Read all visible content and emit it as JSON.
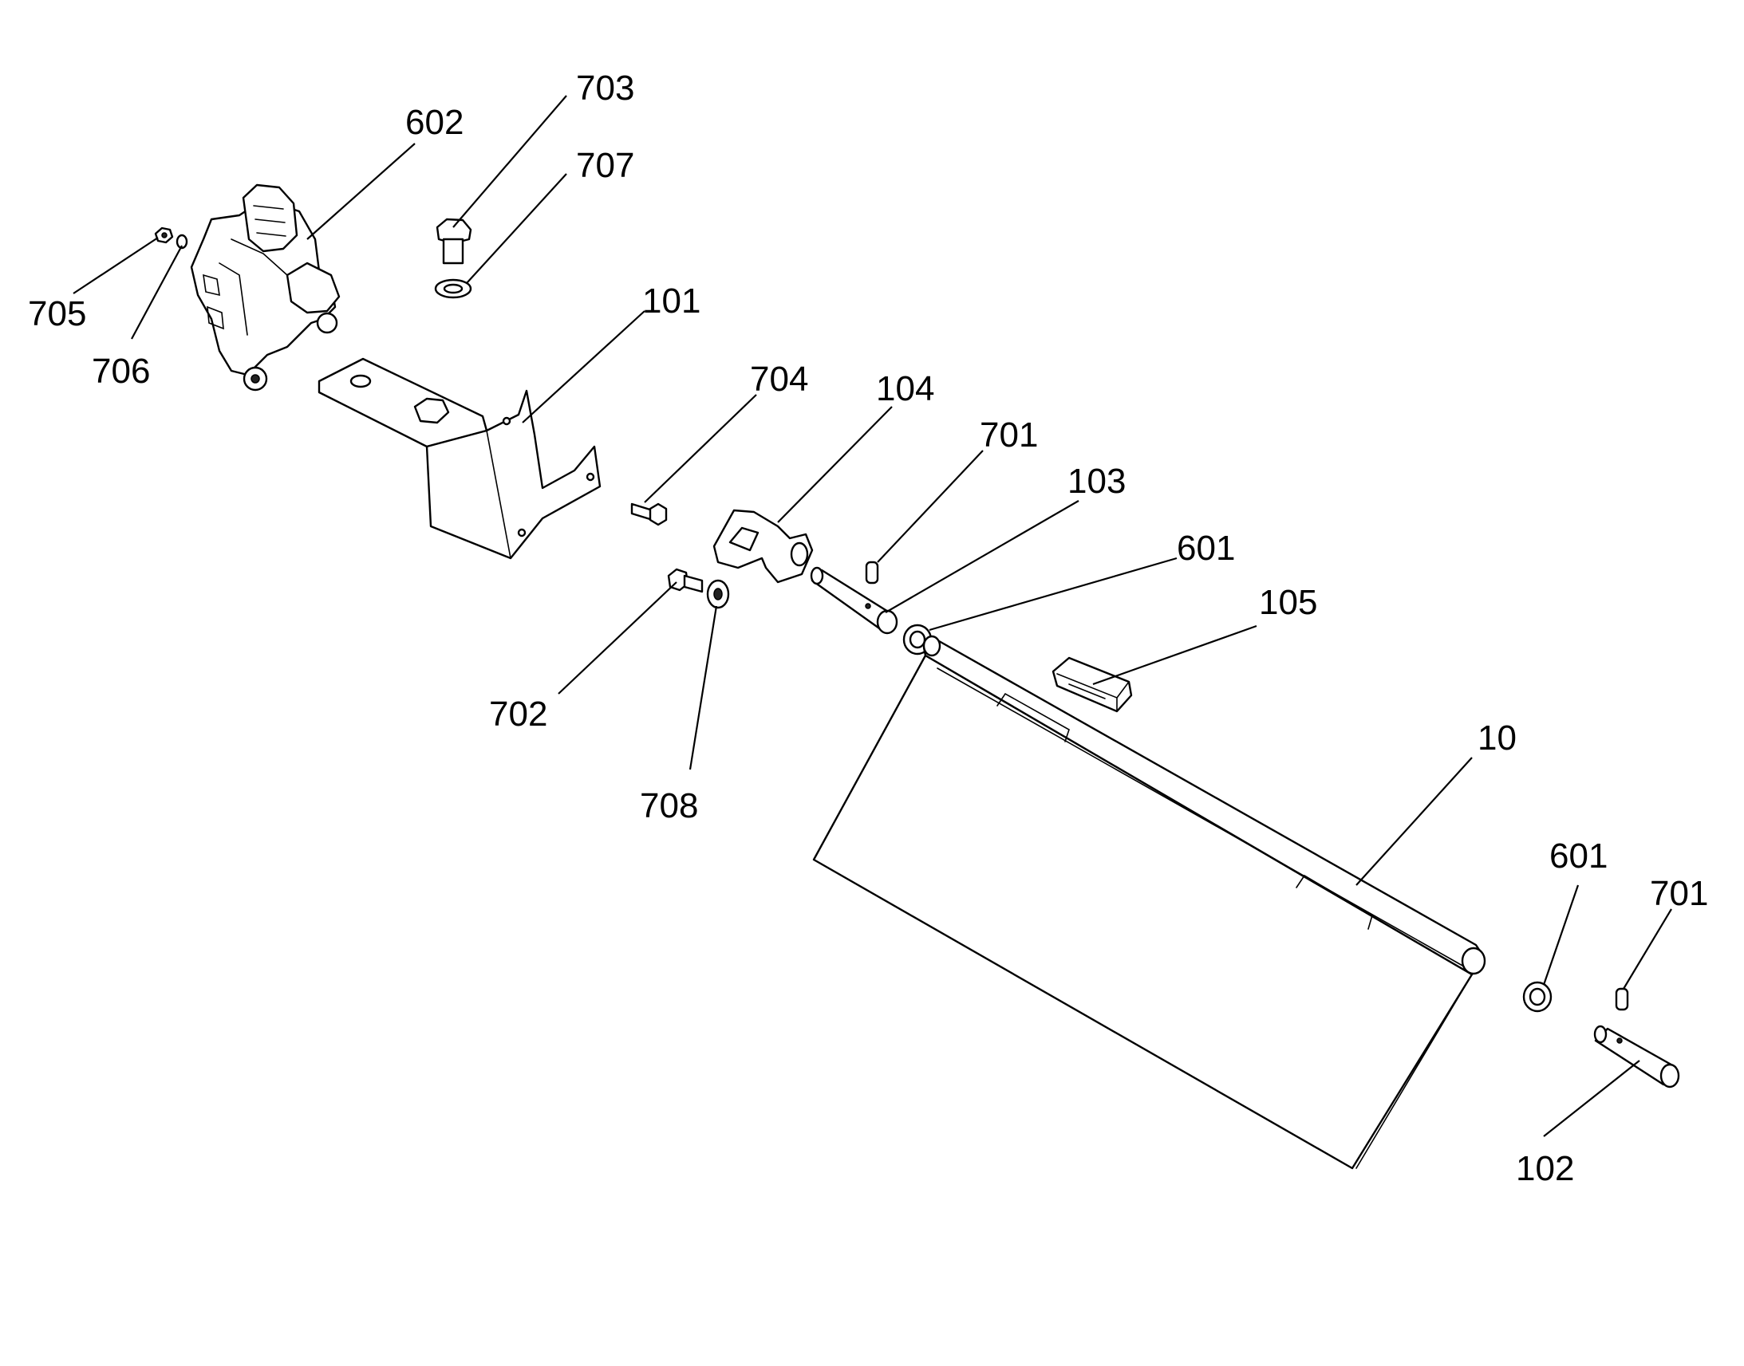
{
  "diagram": {
    "callouts": [
      {
        "id": "c703",
        "text": "703"
      },
      {
        "id": "c602",
        "text": "602"
      },
      {
        "id": "c707",
        "text": "707"
      },
      {
        "id": "c705",
        "text": "705"
      },
      {
        "id": "c706",
        "text": "706"
      },
      {
        "id": "c101",
        "text": "101"
      },
      {
        "id": "c704",
        "text": "704"
      },
      {
        "id": "c104",
        "text": "104"
      },
      {
        "id": "c701a",
        "text": "701"
      },
      {
        "id": "c103",
        "text": "103"
      },
      {
        "id": "c601a",
        "text": "601"
      },
      {
        "id": "c105",
        "text": "105"
      },
      {
        "id": "c702",
        "text": "702"
      },
      {
        "id": "c708",
        "text": "708"
      },
      {
        "id": "c10",
        "text": "10"
      },
      {
        "id": "c601b",
        "text": "601"
      },
      {
        "id": "c701b",
        "text": "701"
      },
      {
        "id": "c102",
        "text": "102"
      }
    ]
  }
}
